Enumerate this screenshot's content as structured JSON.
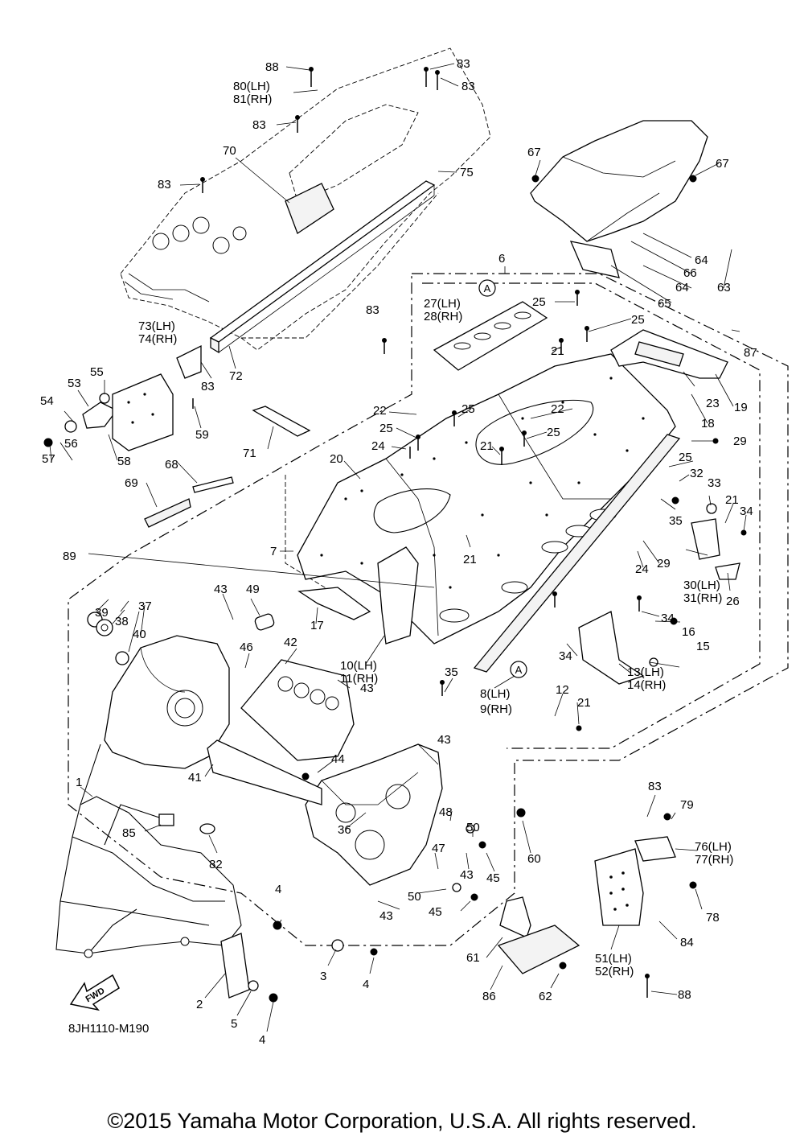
{
  "drawing_code": "8JH1110-M190",
  "copyright": "©2015 Yamaha Motor Corporation, U.S.A. All rights reserved.",
  "direction_arrow": "FWD",
  "callout_A": "A",
  "labels": {
    "p1": "1",
    "p2": "2",
    "p3": "3",
    "p4a": "4",
    "p4b": "4",
    "p4c": "4",
    "p5": "5",
    "p6": "6",
    "p7": "7",
    "p8": "8(LH)",
    "p9": "9(RH)",
    "p10": "10(LH)",
    "p11": "11(RH)",
    "p12": "12",
    "p13": "13(LH)",
    "p14": "14(RH)",
    "p15": "15",
    "p16": "16",
    "p17": "17",
    "p18": "18",
    "p19": "19",
    "p20": "20",
    "p21a": "21",
    "p21b": "21",
    "p21c": "21",
    "p21d": "21",
    "p21e": "21",
    "p22a": "22",
    "p22b": "22",
    "p23": "23",
    "p24a": "24",
    "p24b": "24",
    "p25a": "25",
    "p25b": "25",
    "p25c": "25",
    "p25d": "25",
    "p25e": "25",
    "p25f": "25",
    "p26": "26",
    "p27": "27(LH)",
    "p28": "28(RH)",
    "p29a": "29",
    "p29b": "29",
    "p30": "30(LH)",
    "p31": "31(RH)",
    "p32": "32",
    "p33": "33",
    "p34a": "34",
    "p34b": "34",
    "p34c": "34",
    "p35a": "35",
    "p35b": "35",
    "p36": "36",
    "p37": "37",
    "p38": "38",
    "p39": "39",
    "p40": "40",
    "p41": "41",
    "p42": "42",
    "p43a": "43",
    "p43b": "43",
    "p43c": "43",
    "p43d": "43",
    "p43e": "43",
    "p44": "44",
    "p45a": "45",
    "p45b": "45",
    "p46": "46",
    "p47": "47",
    "p48": "48",
    "p49": "49",
    "p50a": "50",
    "p50b": "50",
    "p51": "51(LH)",
    "p52": "52(RH)",
    "p53": "53",
    "p54": "54",
    "p55": "55",
    "p56": "56",
    "p57": "57",
    "p58": "58",
    "p59": "59",
    "p60": "60",
    "p61": "61",
    "p62": "62",
    "p63": "63",
    "p64a": "64",
    "p64b": "64",
    "p65": "65",
    "p66": "66",
    "p67a": "67",
    "p67b": "67",
    "p68": "68",
    "p69": "69",
    "p70": "70",
    "p71": "71",
    "p72": "72",
    "p73": "73(LH)",
    "p74": "74(RH)",
    "p75": "75",
    "p76": "76(LH)",
    "p77": "77(RH)",
    "p78": "78",
    "p79": "79",
    "p80": "80(LH)",
    "p81": "81(RH)",
    "p82": "82",
    "p83a": "83",
    "p83b": "83",
    "p83c": "83",
    "p83d": "83",
    "p83e": "83",
    "p83f": "83",
    "p83g": "83",
    "p84": "84",
    "p85": "85",
    "p86": "86",
    "p87": "87",
    "p88a": "88",
    "p88b": "88",
    "p89": "89"
  }
}
